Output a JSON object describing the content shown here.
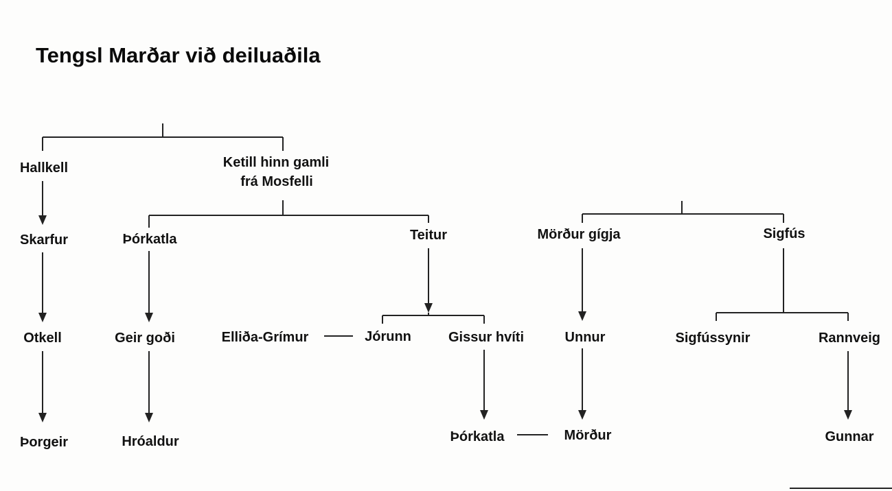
{
  "title": "Tengsl Marðar við deiluaðila",
  "people": {
    "hallkell": "Hallkell",
    "ketill_line1": "Ketill hinn gamli",
    "ketill_line2": "frá Mosfelli",
    "skarfur": "Skarfur",
    "thorkatla_1": "Þórkatla",
    "teitur": "Teitur",
    "mordur_gigja": "Mörður gígja",
    "sigfus": "Sigfús",
    "otkell": "Otkell",
    "geir_godi": "Geir goði",
    "ellida_grimur": "Elliða-Grímur",
    "jorunn": "Jórunn",
    "gissur_hviti": "Gissur hvíti",
    "unnur": "Unnur",
    "sigfussynir": "Sigfússynir",
    "rannveig": "Rannveig",
    "thorgeir": "Þorgeir",
    "hroaldur": "Hróaldur",
    "thorkatla_2": "Þórkatla",
    "mordur": "Mörður",
    "gunnar": "Gunnar"
  }
}
